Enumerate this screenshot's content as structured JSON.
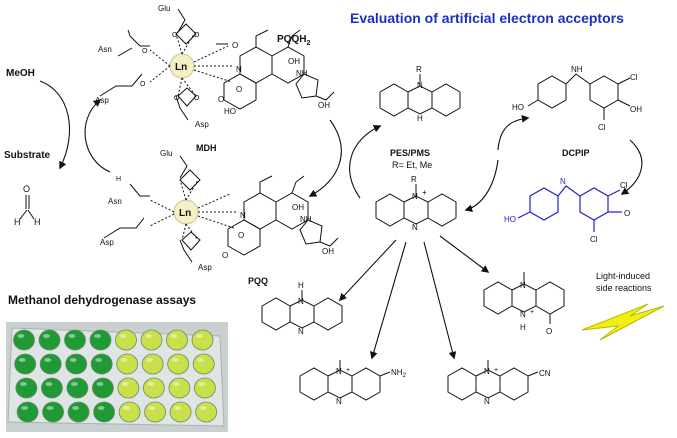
{
  "title": "Evaluation of artificial electron acceptors",
  "assay_title": "Methanol dehydrogenase assays",
  "cycle_left": {
    "meoh": "MeOH",
    "substrate": "Substrate"
  },
  "cofactor_top": {
    "label": "PQQH",
    "sub": "2",
    "metal": "Ln",
    "residues": [
      "Glu",
      "Asn",
      "Asp",
      "Asp"
    ]
  },
  "cofactor_bottom": {
    "enzyme": "MDH",
    "label": "PQQ",
    "metal": "Ln",
    "residues": [
      "Glu",
      "Asn",
      "Asp",
      "Asp"
    ]
  },
  "mediator": {
    "name": "PES/PMS",
    "r_def": "R= Et, Me",
    "r": "R",
    "nplus": "N",
    "plus": "+"
  },
  "dye": {
    "name": "DCPIP"
  },
  "side_reactions": {
    "label_line1": "Light-induced",
    "label_line2": "side reactions"
  },
  "atoms": {
    "O": "O",
    "OH": "OH",
    "HO": "HO",
    "N": "N",
    "NH": "NH",
    "H": "H",
    "Cl": "Cl",
    "NH2": "NH",
    "CN": "CN",
    "H2N": "H",
    "two": "2"
  },
  "colors": {
    "title": "#1b2fc4",
    "dcpip_blue": "#2323c8",
    "lightning_fill": "#f0f010",
    "lightning_stroke": "#b8b800",
    "metal_fill": "#f3f0c6",
    "plate_green": "#1f9a35",
    "plate_yellow": "#c9e04a"
  },
  "plate": {
    "rows": 4,
    "cols": 8,
    "wells": [
      [
        "g",
        "g",
        "g",
        "g",
        "y",
        "y",
        "y",
        "y"
      ],
      [
        "g",
        "g",
        "g",
        "g",
        "y",
        "y",
        "y",
        "y"
      ],
      [
        "g",
        "g",
        "g",
        "g",
        "y",
        "y",
        "y",
        "y"
      ],
      [
        "g",
        "g",
        "g",
        "g",
        "y",
        "y",
        "y",
        "y"
      ]
    ]
  }
}
